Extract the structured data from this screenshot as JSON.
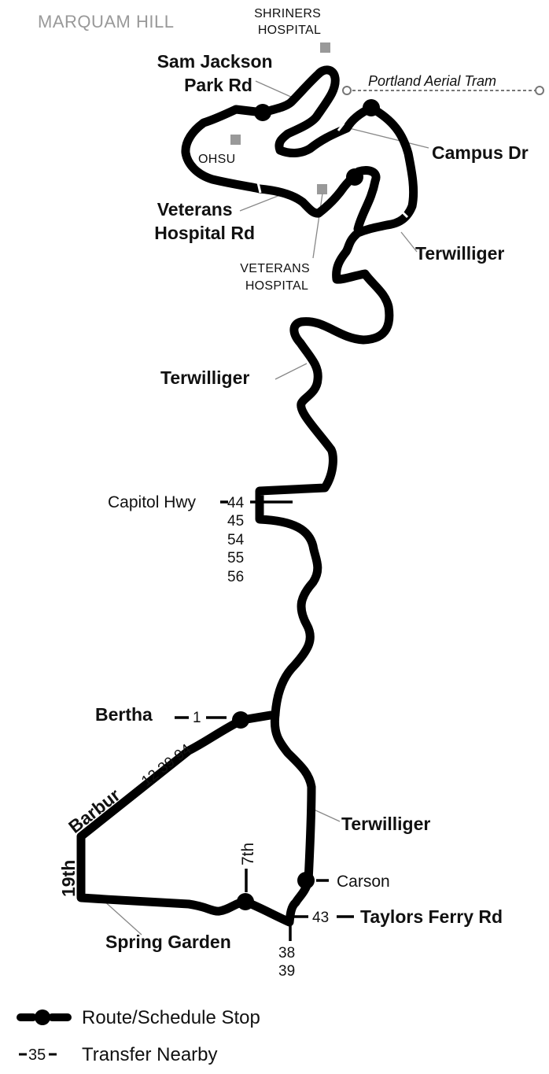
{
  "area_label": "MARQUAM HILL",
  "landmarks": {
    "shriners": [
      "SHRINERS",
      "HOSPITAL"
    ],
    "ohsu": "OHSU",
    "veterans": [
      "VETERANS",
      "HOSPITAL"
    ],
    "tram": "Portland Aerial Tram"
  },
  "streets": {
    "sam_jackson": [
      "Sam Jackson",
      "Park Rd"
    ],
    "campus_dr": "Campus Dr",
    "veterans_rd": [
      "Veterans",
      "Hospital Rd"
    ],
    "terwilliger_upper": "Terwilliger",
    "terwilliger_mid": "Terwilliger",
    "terwilliger_lower": "Terwilliger",
    "capitol_hwy": "Capitol Hwy",
    "bertha": "Bertha",
    "barbur": "Barbur",
    "nineteenth": "19th",
    "seventh": "7th",
    "spring_garden": "Spring Garden",
    "carson": "Carson",
    "taylors_ferry": "Taylors Ferry Rd"
  },
  "transfers": {
    "capitol_hwy": [
      "44",
      "45",
      "54",
      "55",
      "56"
    ],
    "bertha": "1",
    "barbur": "12 39 94",
    "taylors_ferry": "43",
    "south": [
      "38",
      "39"
    ]
  },
  "legend": {
    "stop_label": "Route/Schedule Stop",
    "transfer_symbol": "35",
    "transfer_label": "Transfer Nearby"
  },
  "colors": {
    "route": "#000000",
    "muted": "#999999"
  }
}
